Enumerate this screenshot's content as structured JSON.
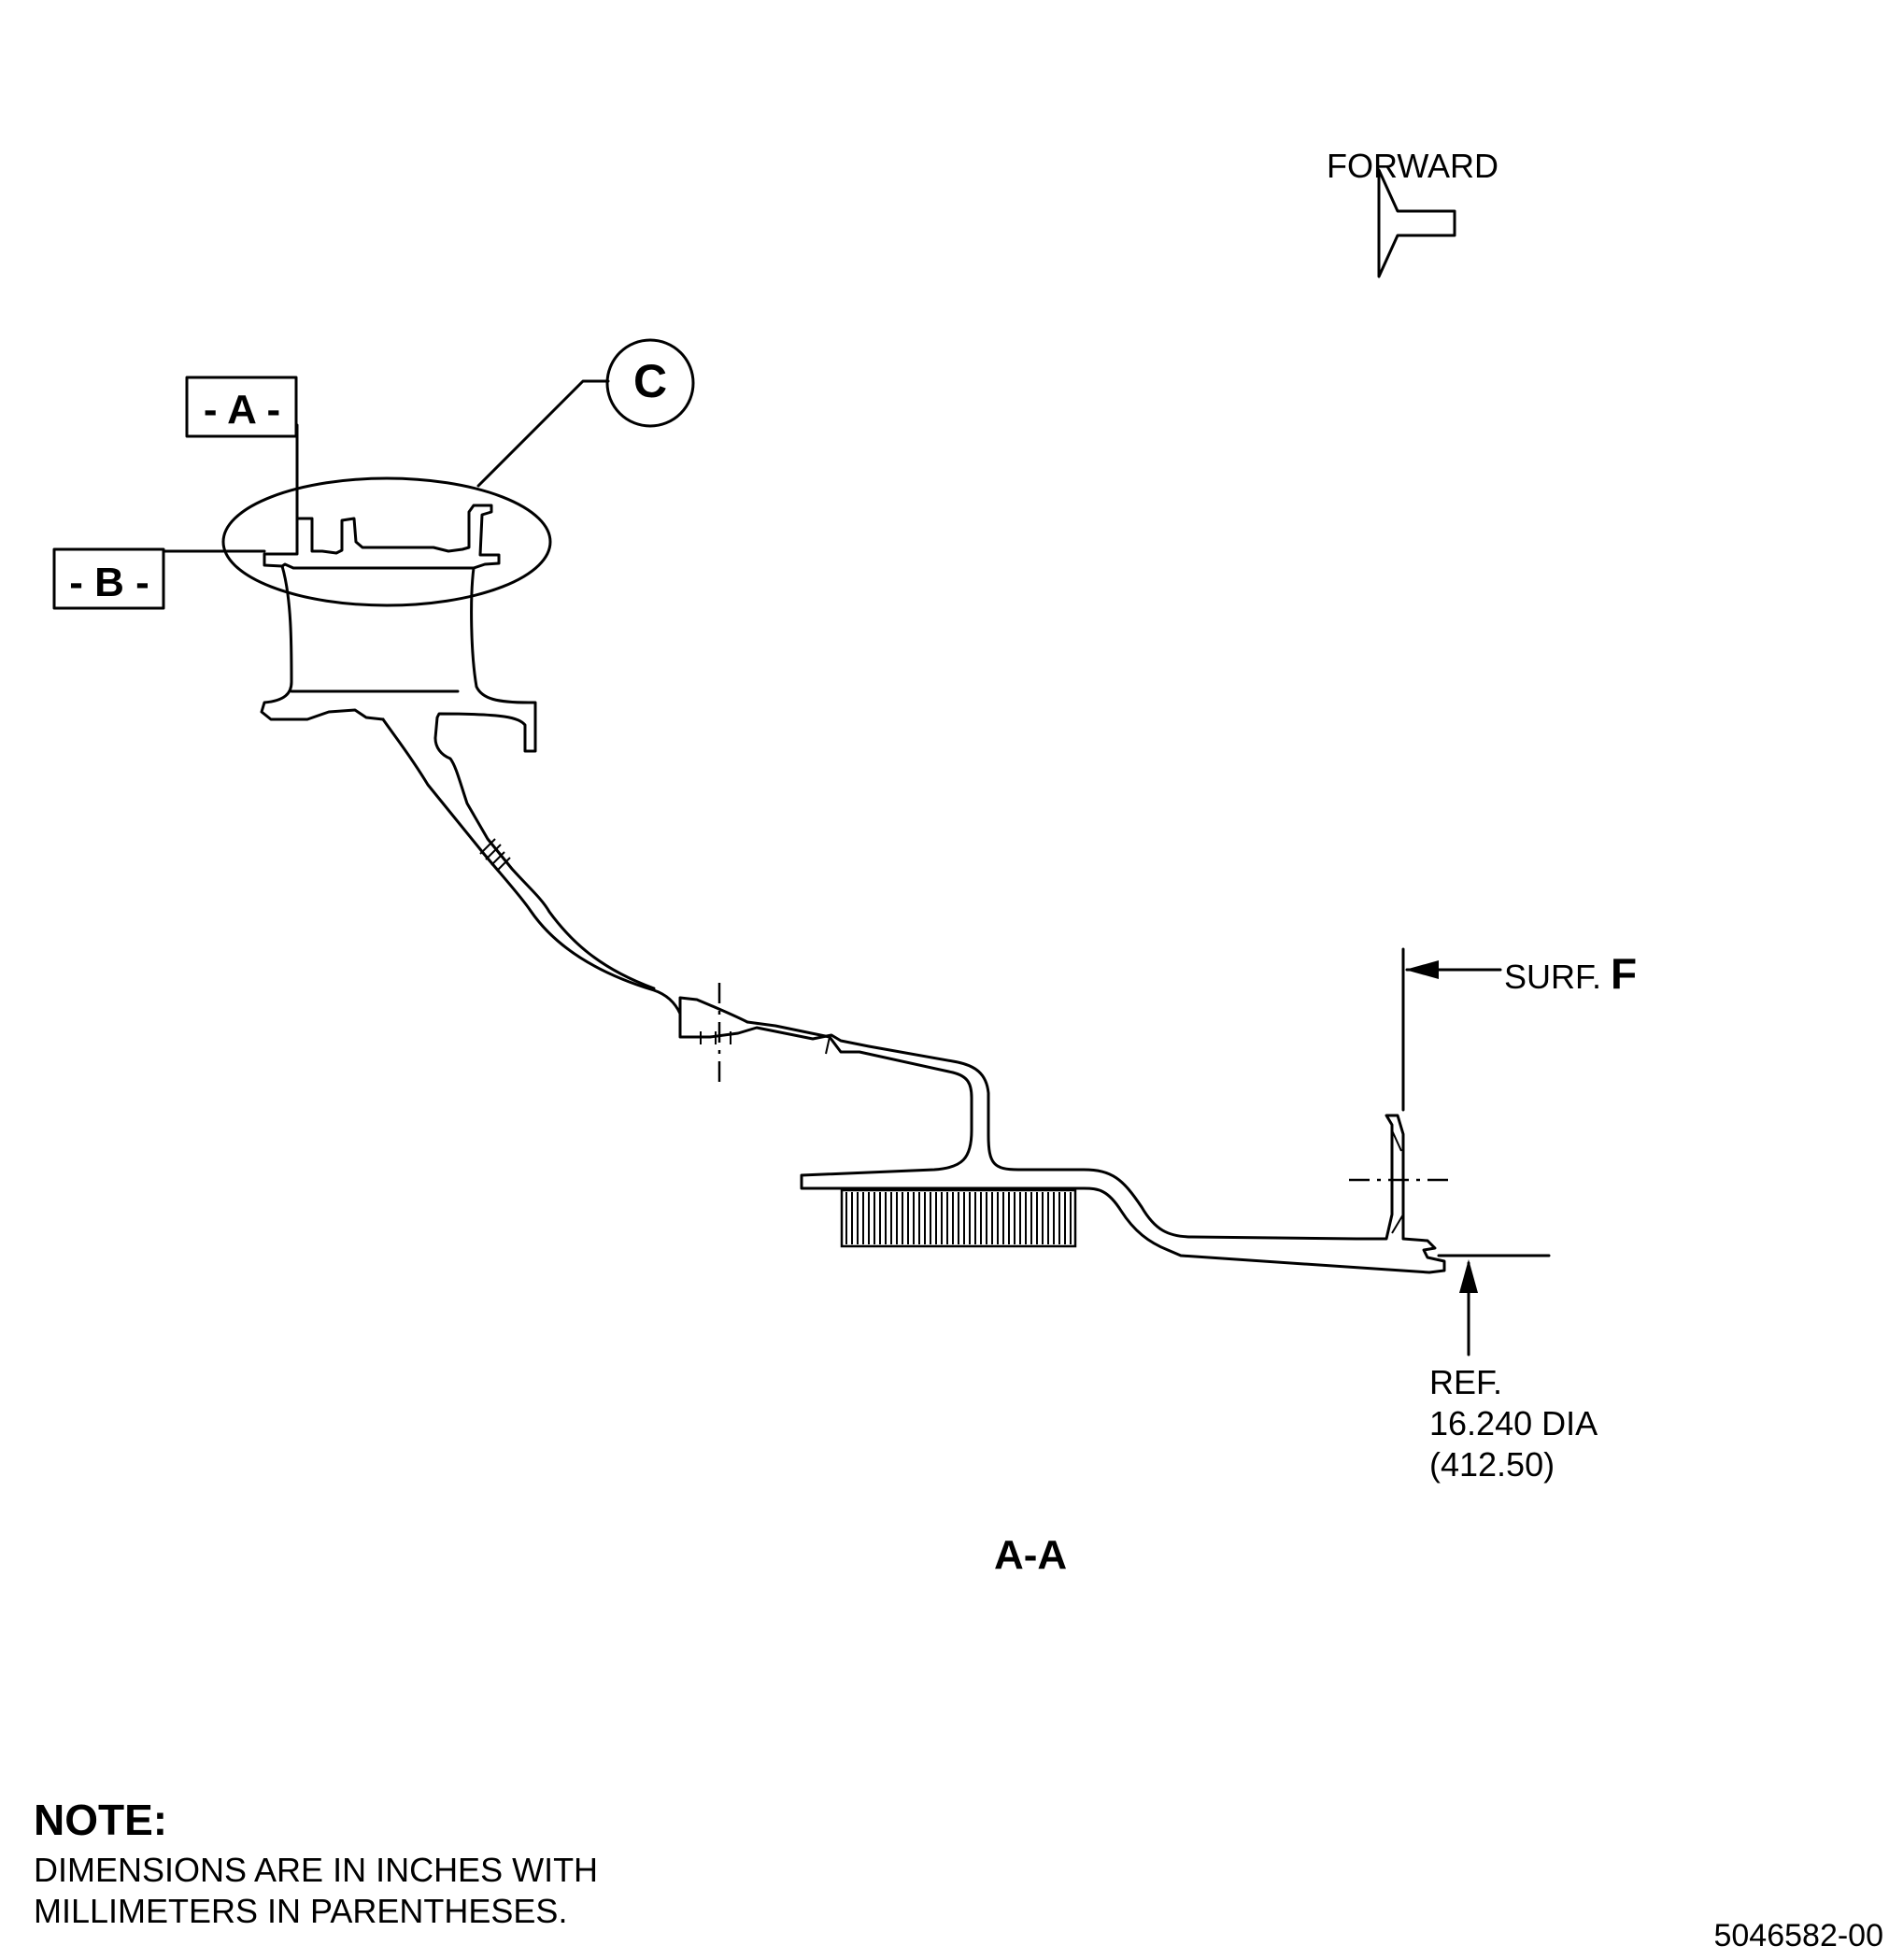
{
  "direction": {
    "label": "FORWARD",
    "icon": "left-arrow-icon"
  },
  "datums": {
    "a": "- A -",
    "b": "- B -",
    "c": "C"
  },
  "surface": {
    "label": "SURF.",
    "letter": "F"
  },
  "reference": {
    "line1": "REF.",
    "line2": "16.240 DIA",
    "line3": "(412.50)"
  },
  "view_label": "A-A",
  "note": {
    "heading": "NOTE:",
    "line1": "DIMENSIONS ARE IN INCHES WITH",
    "line2": "MILLIMETERS IN PARENTHESES."
  },
  "figure_number": "5046582-00"
}
